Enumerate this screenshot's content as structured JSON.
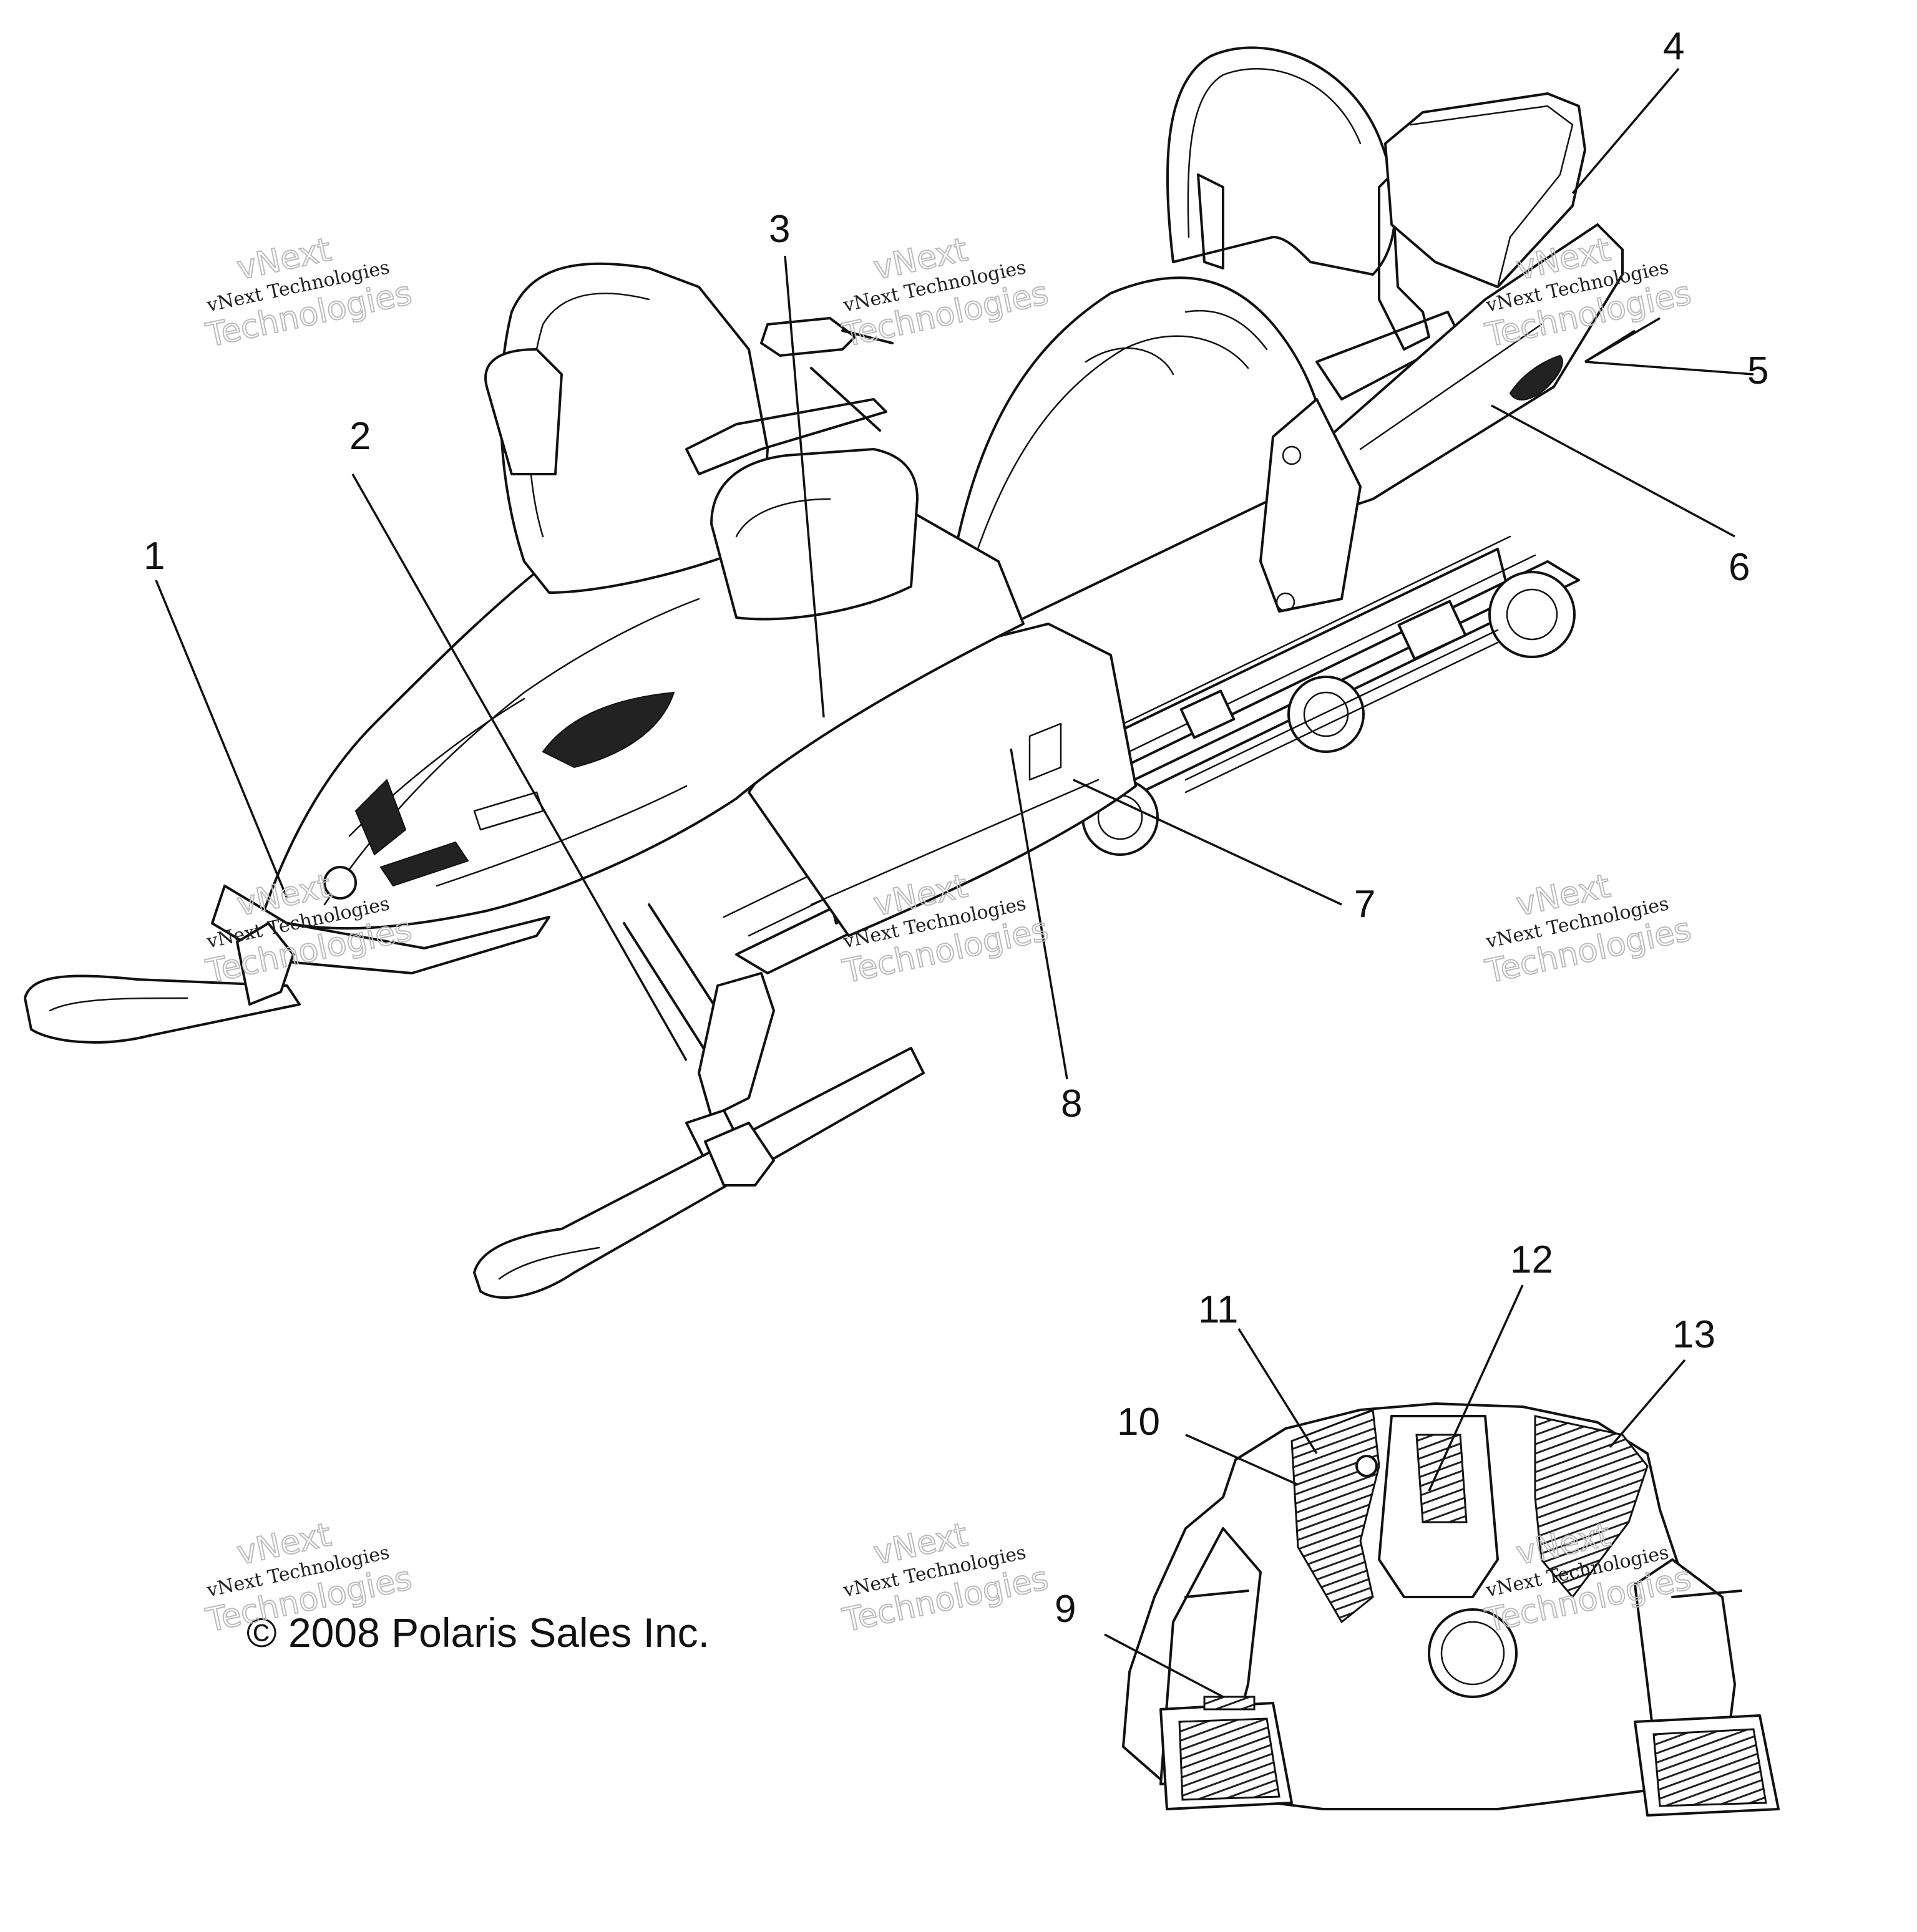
{
  "callouts": [
    {
      "id": "1",
      "label": "1"
    },
    {
      "id": "2",
      "label": "2"
    },
    {
      "id": "3",
      "label": "3"
    },
    {
      "id": "4",
      "label": "4"
    },
    {
      "id": "5",
      "label": "5"
    },
    {
      "id": "6",
      "label": "6"
    },
    {
      "id": "7",
      "label": "7"
    },
    {
      "id": "8",
      "label": "8"
    },
    {
      "id": "9",
      "label": "9"
    },
    {
      "id": "10",
      "label": "10"
    },
    {
      "id": "11",
      "label": "11"
    },
    {
      "id": "12",
      "label": "12"
    },
    {
      "id": "13",
      "label": "13"
    }
  ],
  "copyright": "© 2008 Polaris Sales Inc.",
  "watermark": {
    "line1": "vNext",
    "line2": "vNext Technologies",
    "line3": "Technologies"
  }
}
